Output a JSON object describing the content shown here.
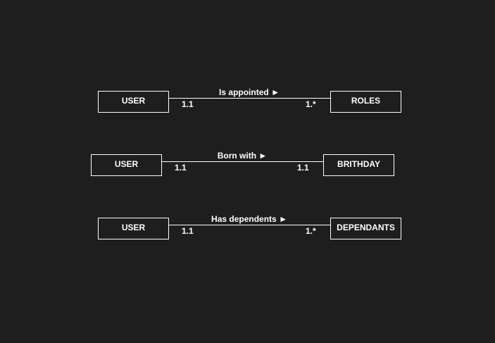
{
  "relationships": [
    {
      "left_entity": "USER",
      "right_entity": "ROLES",
      "label": "Is appointed",
      "arrow": "►",
      "left_card": "1.1",
      "right_card": "1.*"
    },
    {
      "left_entity": "USER",
      "right_entity": "BRITHDAY",
      "label": "Born with",
      "arrow": "►",
      "left_card": "1.1",
      "right_card": "1.1"
    },
    {
      "left_entity": "USER",
      "right_entity": "DEPENDANTS",
      "label": "Has dependents",
      "arrow": "►",
      "left_card": "1.1",
      "right_card": "1.*"
    }
  ],
  "colors": {
    "background": "#1e1e1e",
    "stroke": "#ffffff",
    "text": "#ffffff"
  }
}
